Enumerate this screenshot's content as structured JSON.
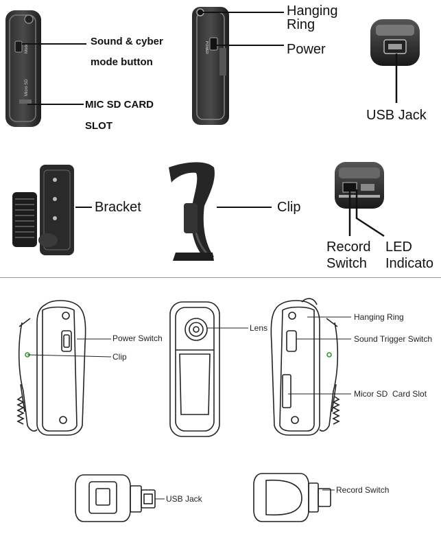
{
  "top": {
    "sound_cyber_line1": "Sound & cyber",
    "sound_cyber_line2": "mode button",
    "mic_sd_line1": "MIC SD CARD",
    "mic_sd_line2": "SLOT",
    "hanging_ring_line1": "Hanging",
    "hanging_ring_line2": "Ring",
    "power": "Power",
    "usb_jack": "USB Jack",
    "bracket": "Bracket",
    "clip": "Clip",
    "record_switch_line1": "Record",
    "record_switch_line2": "Switch",
    "led_line1": "LED",
    "led_line2": "Indicato",
    "device_text_mode": "Mode",
    "device_text_micro_sd": "Micro SD",
    "device_text_power": "POWER"
  },
  "bottom": {
    "power_switch": "Power Switch",
    "clip": "Clip",
    "lens": "Lens",
    "hanging_ring": "Hanging Ring",
    "sound_trigger_switch": "Sound Trigger Switch",
    "micor_sd_card_slot": "Micor SD  Card Slot",
    "usb_jack": "USB Jack",
    "record_switch": "Record Switch"
  }
}
